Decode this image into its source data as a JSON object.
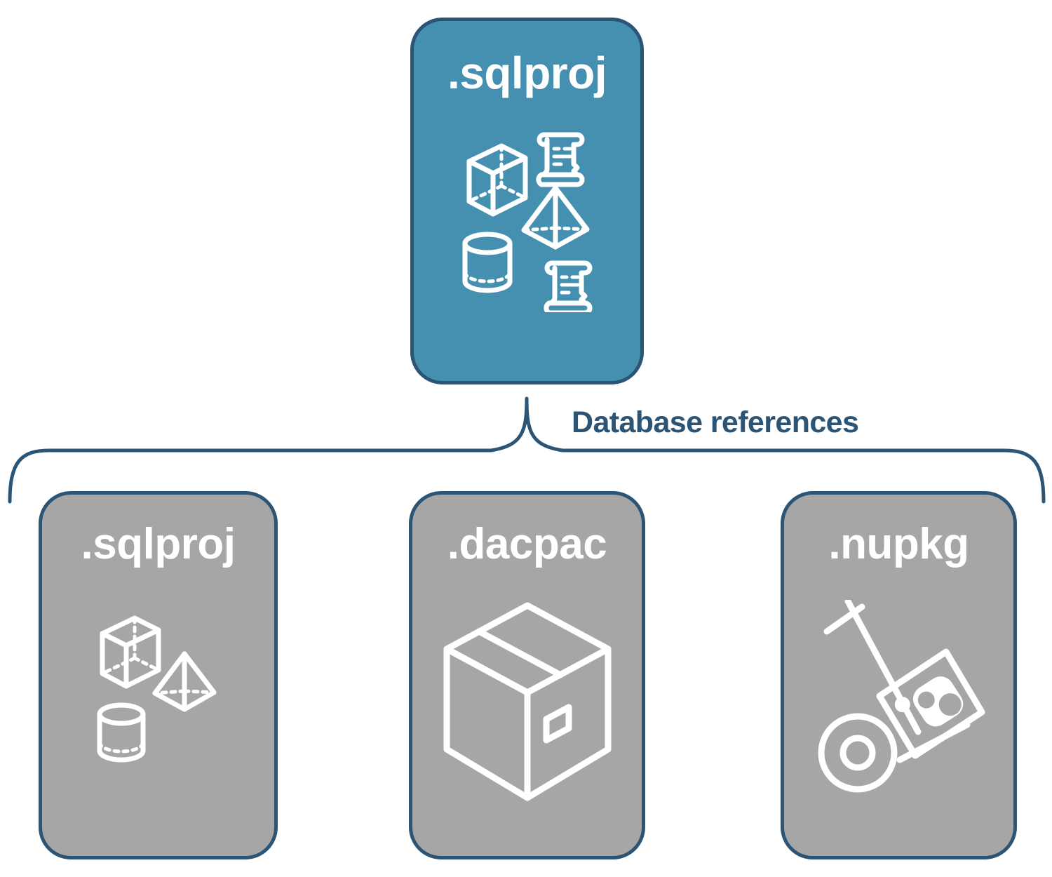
{
  "diagram": {
    "title": "Database references",
    "colors": {
      "root_fill": "#4590b0",
      "child_fill": "#a6a6a6",
      "stroke": "#2c5474",
      "icon": "#ffffff",
      "background": "#ffffff"
    }
  },
  "root": {
    "label": ".sqlproj",
    "icons": [
      "cube-wireframe-icon",
      "pyramid-wireframe-icon",
      "cylinder-wireframe-icon",
      "script-scroll-icon",
      "script-scroll-icon"
    ]
  },
  "connector": {
    "label": "Database references",
    "style": "curly-brace-bracket"
  },
  "children": [
    {
      "label": ".sqlproj",
      "icons": [
        "cube-wireframe-icon",
        "pyramid-wireframe-icon",
        "cylinder-wireframe-icon"
      ]
    },
    {
      "label": ".dacpac",
      "icons": [
        "package-box-icon"
      ]
    },
    {
      "label": ".nupkg",
      "icons": [
        "hand-truck-nuget-icon"
      ]
    }
  ]
}
